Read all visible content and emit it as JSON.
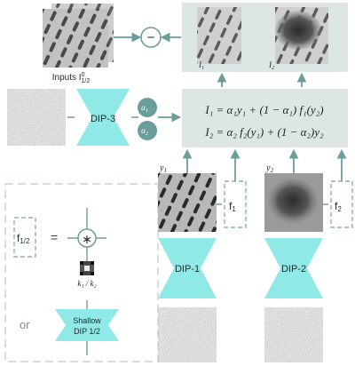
{
  "colors": {
    "teal": "#6b9e9a",
    "cyan_block": "#8fe9e6",
    "panel": "#dde6e4",
    "dash": "#8fb0ae",
    "dark_text": "#1d2323",
    "noise_base": "#8a8a8a"
  },
  "inputs_label": "Inputs I",
  "inputs_label_sup": "0",
  "inputs_label_sub": "1/2",
  "minus_symbol": "−",
  "dip3_label": "DIP-3",
  "alpha1_label": "α",
  "alpha1_sub": "1",
  "alpha2_label": "α",
  "alpha2_sub": "2",
  "panel_img1_label": "I",
  "panel_img1_sub": "1",
  "panel_img2_label": "I",
  "panel_img2_sub": "2",
  "equations": {
    "eq1": "I₁ = α₁y₁ + (1 − α₁) f₁(y₂)",
    "eq2": "I₂ = α₂ f₂(y₁) + (1 − α₂)y₂"
  },
  "y1_label": "y",
  "y1_sub": "1",
  "y2_label": "y",
  "y2_sub": "2",
  "f1_label": "f",
  "f1_sub": "1",
  "f2_label": "f",
  "f2_sub": "2",
  "dip1_label": "DIP-1",
  "dip2_label": "DIP-2",
  "legend": {
    "f_label": "f",
    "f_sub": "1/2",
    "equals": "=",
    "conv_symbol": "∗",
    "kernel_label": "k₁ / k₂",
    "or_label": "or",
    "shallow_line1": "Shallow",
    "shallow_line2": "DIP 1/2"
  }
}
